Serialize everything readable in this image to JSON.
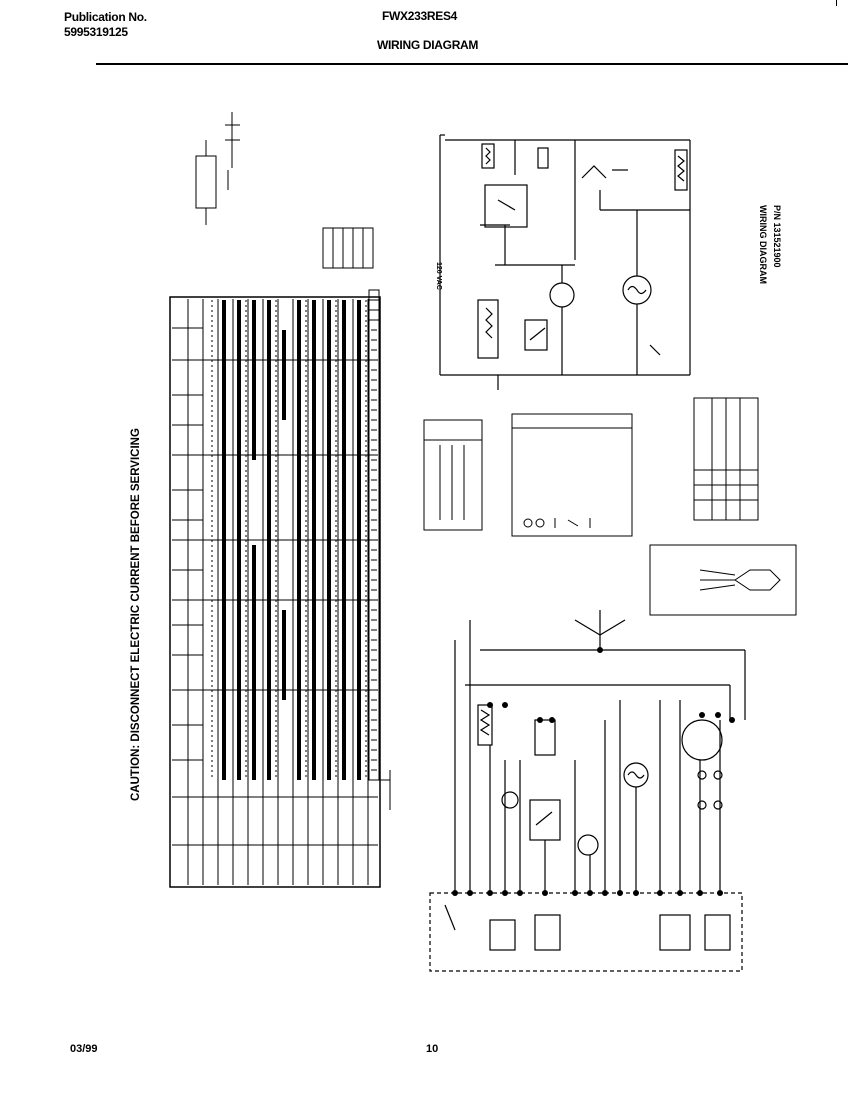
{
  "header": {
    "publication_label": "Publication No.",
    "publication_number": "5995319125",
    "model": "FWX233RES4",
    "title": "WIRING DIAGRAM"
  },
  "caution": "CAUTION: DISCONNECT ELECTRIC CURRENT BEFORE SERVICING",
  "diagram": {
    "title": "WIRING DIAGRAM",
    "part_number": "P/N 131521900",
    "voltage": "120 VAC"
  },
  "footer": {
    "date": "03/99",
    "page": "10"
  }
}
